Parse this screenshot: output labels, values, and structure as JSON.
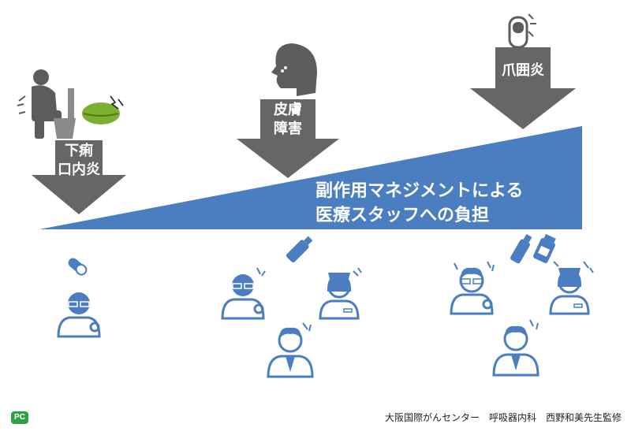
{
  "arrows": {
    "a1": "下痢\n口内炎",
    "a2": "皮膚\n障害",
    "a3": "爪囲炎"
  },
  "wedge_text": "副作用マネジメントによる\n医療スタッフへの負担",
  "credit": "大阪国際がんセンター　呼吸器内科　西野和美先生監修",
  "logo_text": "PC",
  "colors": {
    "arrow": "#666666",
    "wedge": "#4a7ec0",
    "icon": "#4a7ec0",
    "sideeffect": "#5c5c5c",
    "accent": "#7ab030"
  }
}
